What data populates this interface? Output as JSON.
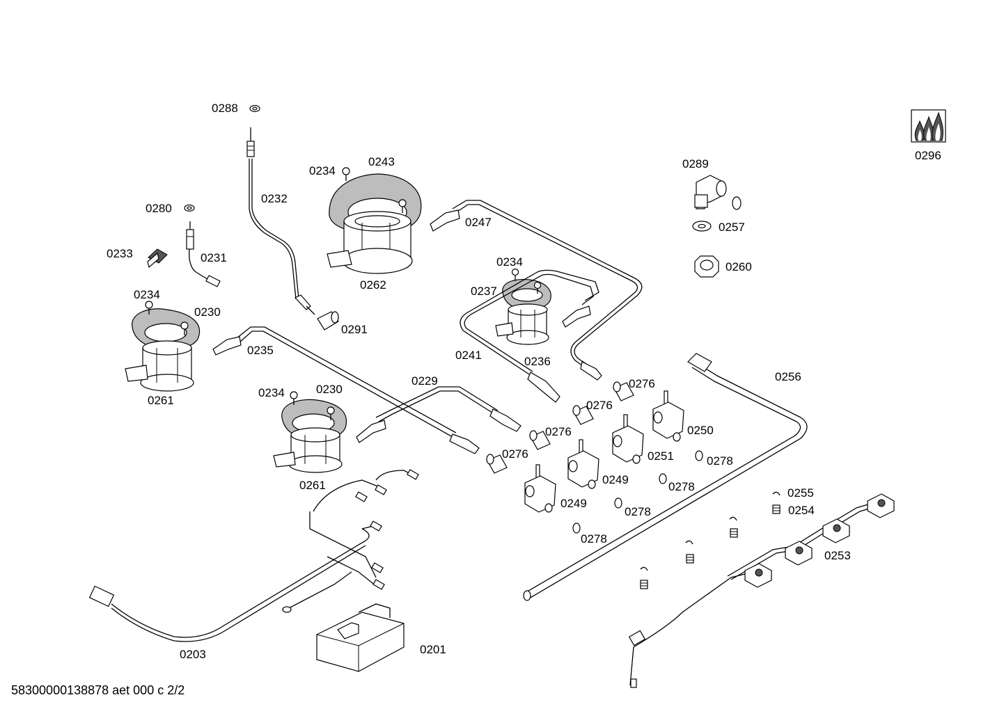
{
  "labels": {
    "p0288": "0288",
    "p0232": "0232",
    "p0234a": "0234",
    "p0243": "0243",
    "p0280": "0280",
    "p0231": "0231",
    "p0233": "0233",
    "p0247": "0247",
    "p0262": "0262",
    "p0289": "0289",
    "p0257": "0257",
    "p0260": "0260",
    "p0296": "0296",
    "p0234b": "0234",
    "p0237": "0237",
    "p0234c": "0234",
    "p0230a": "0230",
    "p0291": "0291",
    "p0235": "0235",
    "p0241": "0241",
    "p0236": "0236",
    "p0261a": "0261",
    "p0256": "0256",
    "p0229": "0229",
    "p0276a": "0276",
    "p0234d": "0234",
    "p0230b": "0230",
    "p0276b": "0276",
    "p0250": "0250",
    "p0276c": "0276",
    "p0251": "0251",
    "p0278a": "0278",
    "p0276d": "0276",
    "p0249a": "0249",
    "p0278b": "0278",
    "p0261b": "0261",
    "p0249b": "0249",
    "p0278c": "0278",
    "p0278d": "0278",
    "p0255": "0255",
    "p0254": "0254",
    "p0253": "0253",
    "p0203": "0203",
    "p0201": "0201"
  },
  "footer": "58300000138878 aet 000 c 2/2"
}
